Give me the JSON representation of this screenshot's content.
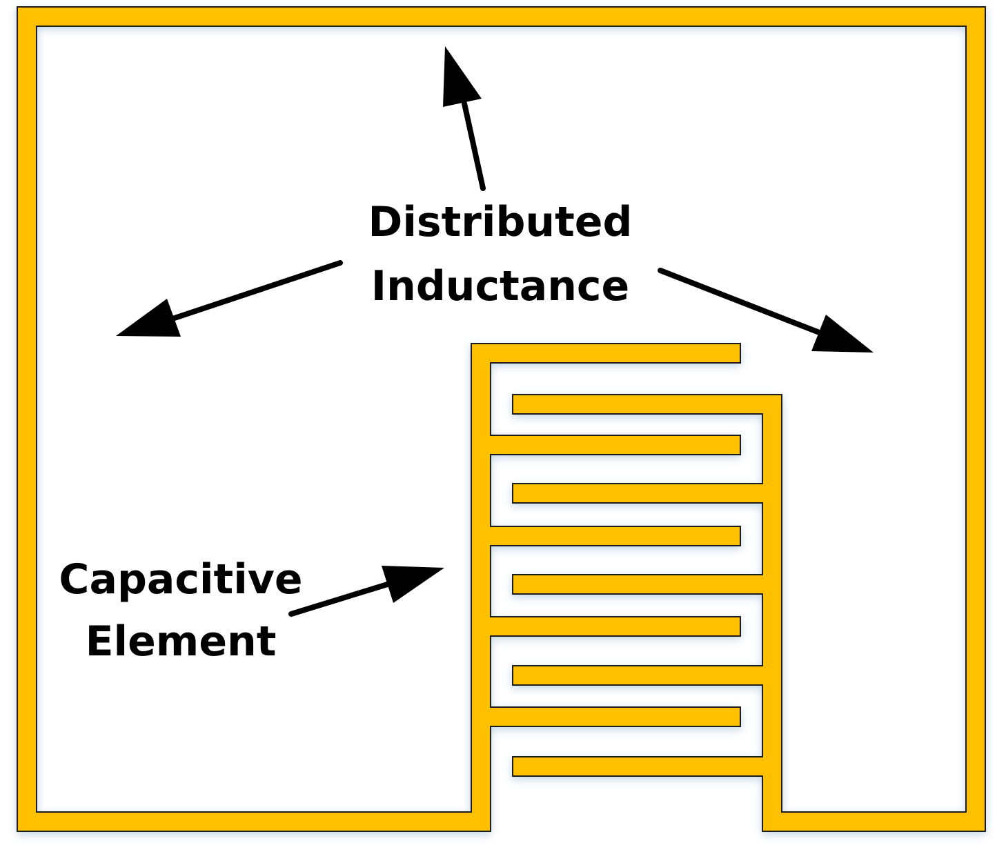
{
  "labels": {
    "inductance_line1": "Distributed",
    "inductance_line2": "Inductance",
    "capacitive_line1": "Capacitive",
    "capacitive_line2": "Element"
  },
  "colors": {
    "conductor": "#FFC000",
    "outline": "#1a1a1a",
    "arrow": "#000000",
    "background": "#ffffff"
  }
}
